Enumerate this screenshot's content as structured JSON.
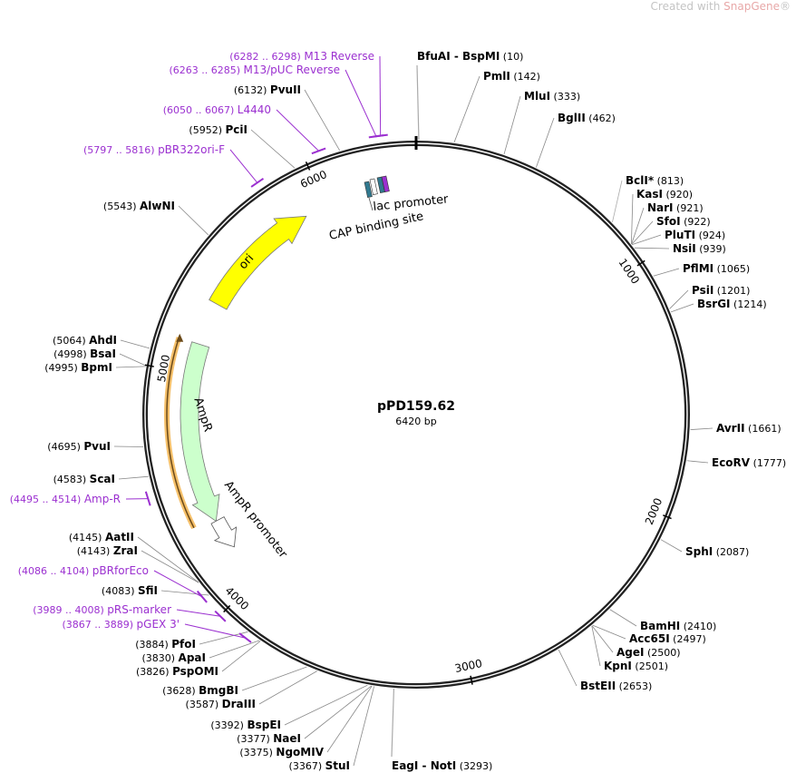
{
  "watermark": {
    "prefix": "Created with ",
    "brand": "SnapGene",
    "reg": "®"
  },
  "plasmid": {
    "name": "pPD159.62",
    "length_label": "6420 bp",
    "length": 6420
  },
  "ticks": [
    "1000",
    "2000",
    "3000",
    "4000",
    "5000",
    "6000"
  ],
  "enzymes": [
    {
      "name": "BfuAI",
      "name2": "BspMI",
      "pos": 10
    },
    {
      "name": "PmlI",
      "pos": 142
    },
    {
      "name": "MluI",
      "pos": 333
    },
    {
      "name": "BglII",
      "pos": 462
    },
    {
      "name": "BclI*",
      "pos": 813,
      "dim": true
    },
    {
      "name": "KasI",
      "pos": 920
    },
    {
      "name": "NarI",
      "pos": 921
    },
    {
      "name": "SfoI",
      "pos": 922
    },
    {
      "name": "PluTI",
      "pos": 924
    },
    {
      "name": "NsiI",
      "pos": 939
    },
    {
      "name": "PflMI",
      "pos": 1065
    },
    {
      "name": "PsiI",
      "pos": 1201
    },
    {
      "name": "BsrGI",
      "pos": 1214
    },
    {
      "name": "AvrII",
      "pos": 1661
    },
    {
      "name": "EcoRV",
      "pos": 1777
    },
    {
      "name": "SphI",
      "pos": 2087
    },
    {
      "name": "BamHI",
      "pos": 2410
    },
    {
      "name": "Acc65I",
      "pos": 2497
    },
    {
      "name": "AgeI",
      "pos": 2500
    },
    {
      "name": "KpnI",
      "pos": 2501
    },
    {
      "name": "BstEII",
      "pos": 2653
    },
    {
      "name": "EagI",
      "name2": "NotI",
      "pos": 3293
    },
    {
      "name": "StuI",
      "pos": 3367
    },
    {
      "name": "NgoMIV",
      "pos": 3375
    },
    {
      "name": "NaeI",
      "pos": 3377
    },
    {
      "name": "BspEI",
      "pos": 3392
    },
    {
      "name": "DraIII",
      "pos": 3587
    },
    {
      "name": "BmgBI",
      "pos": 3628
    },
    {
      "name": "PspOMI",
      "pos": 3826
    },
    {
      "name": "ApaI",
      "pos": 3830
    },
    {
      "name": "PfoI",
      "pos": 3884
    },
    {
      "name": "SfiI",
      "pos": 4083
    },
    {
      "name": "ZraI",
      "pos": 4143
    },
    {
      "name": "AatII",
      "pos": 4145
    },
    {
      "name": "ScaI",
      "pos": 4583
    },
    {
      "name": "PvuI",
      "pos": 4695
    },
    {
      "name": "BpmI",
      "pos": 4995
    },
    {
      "name": "BsaI",
      "pos": 4998
    },
    {
      "name": "AhdI",
      "pos": 5064
    },
    {
      "name": "AlwNI",
      "pos": 5543
    },
    {
      "name": "PciI",
      "pos": 5952
    },
    {
      "name": "PvuII",
      "pos": 6132
    }
  ],
  "primers": [
    {
      "name": "M13 Reverse",
      "range": "6282 .. 6298",
      "mid": 6290
    },
    {
      "name": "M13/pUC Reverse",
      "range": "6263 .. 6285",
      "mid": 6274
    },
    {
      "name": "L4440",
      "range": "6050 .. 6067",
      "mid": 6058
    },
    {
      "name": "pBR322ori-F",
      "range": "5797 .. 5816",
      "mid": 5806
    },
    {
      "name": "Amp-R",
      "range": "4495 .. 4514",
      "mid": 4505
    },
    {
      "name": "pBRforEco",
      "range": "4086 .. 4104",
      "mid": 4095
    },
    {
      "name": "pRS-marker",
      "range": "3989 .. 4008",
      "mid": 3998
    },
    {
      "name": "pGEX 3'",
      "range": "3867 .. 3889",
      "mid": 3878
    }
  ],
  "features": [
    {
      "name": "ori",
      "color": "#ffff00"
    },
    {
      "name": "AmpR",
      "color": "#ccffcc"
    },
    {
      "name": "AmpR promoter",
      "color": "#ffffff"
    },
    {
      "name": "lac promoter",
      "color": "#ffffff"
    },
    {
      "name": "CAP binding site",
      "color": "#31798f"
    }
  ],
  "colors": {
    "primer": "#9b30d0",
    "orf": "#f5c06a"
  }
}
